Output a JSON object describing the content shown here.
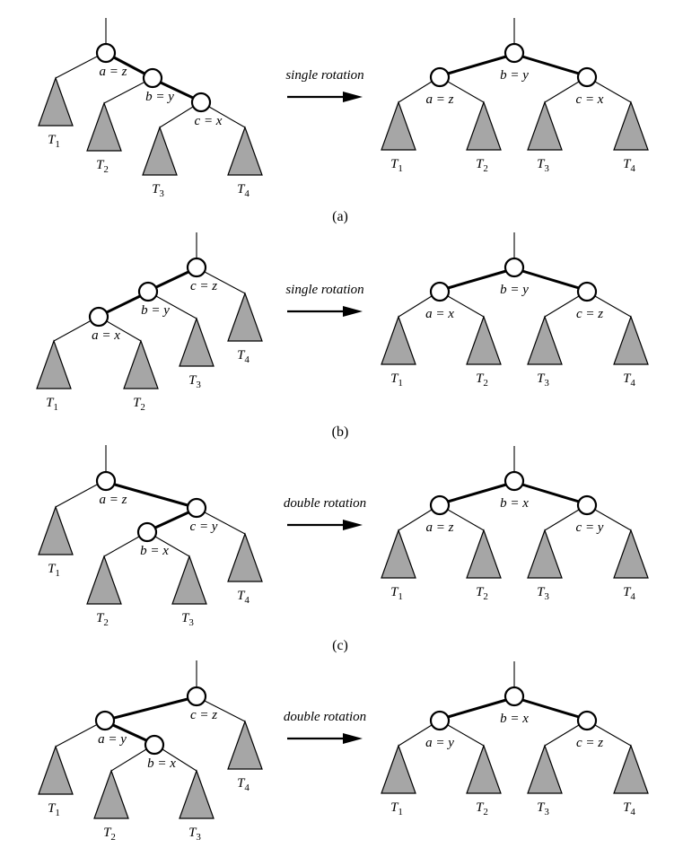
{
  "panels": [
    {
      "caption": "(a)",
      "rotation": "single rotation",
      "before": {
        "nodes": [
          {
            "id": "n1",
            "label": "a = z"
          },
          {
            "id": "n2",
            "label": "b = y"
          },
          {
            "id": "n3",
            "label": "c = x"
          }
        ],
        "subtrees": [
          {
            "id": "t1",
            "var": "T",
            "sub": "1"
          },
          {
            "id": "t2",
            "var": "T",
            "sub": "2"
          },
          {
            "id": "t3",
            "var": "T",
            "sub": "3"
          },
          {
            "id": "t4",
            "var": "T",
            "sub": "4"
          }
        ]
      },
      "after": {
        "nodes": [
          {
            "id": "root",
            "label": "b = y"
          },
          {
            "id": "left",
            "label": "a = z"
          },
          {
            "id": "right",
            "label": "c = x"
          }
        ],
        "subtrees": [
          {
            "id": "t1",
            "var": "T",
            "sub": "1"
          },
          {
            "id": "t2",
            "var": "T",
            "sub": "2"
          },
          {
            "id": "t3",
            "var": "T",
            "sub": "3"
          },
          {
            "id": "t4",
            "var": "T",
            "sub": "4"
          }
        ]
      }
    },
    {
      "caption": "(b)",
      "rotation": "single rotation",
      "before": {
        "nodes": [
          {
            "id": "n1",
            "label": "c = z"
          },
          {
            "id": "n2",
            "label": "b = y"
          },
          {
            "id": "n3",
            "label": "a = x"
          }
        ],
        "subtrees": [
          {
            "id": "t1",
            "var": "T",
            "sub": "1"
          },
          {
            "id": "t2",
            "var": "T",
            "sub": "2"
          },
          {
            "id": "t3",
            "var": "T",
            "sub": "3"
          },
          {
            "id": "t4",
            "var": "T",
            "sub": "4"
          }
        ]
      },
      "after": {
        "nodes": [
          {
            "id": "root",
            "label": "b = y"
          },
          {
            "id": "left",
            "label": "a = x"
          },
          {
            "id": "right",
            "label": "c = z"
          }
        ],
        "subtrees": [
          {
            "id": "t1",
            "var": "T",
            "sub": "1"
          },
          {
            "id": "t2",
            "var": "T",
            "sub": "2"
          },
          {
            "id": "t3",
            "var": "T",
            "sub": "3"
          },
          {
            "id": "t4",
            "var": "T",
            "sub": "4"
          }
        ]
      }
    },
    {
      "caption": "(c)",
      "rotation": "double rotation",
      "before": {
        "nodes": [
          {
            "id": "n1",
            "label": "a = z"
          },
          {
            "id": "n2",
            "label": "c = y"
          },
          {
            "id": "n3",
            "label": "b = x"
          }
        ],
        "subtrees": [
          {
            "id": "t1",
            "var": "T",
            "sub": "1"
          },
          {
            "id": "t2",
            "var": "T",
            "sub": "2"
          },
          {
            "id": "t3",
            "var": "T",
            "sub": "3"
          },
          {
            "id": "t4",
            "var": "T",
            "sub": "4"
          }
        ]
      },
      "after": {
        "nodes": [
          {
            "id": "root",
            "label": "b = x"
          },
          {
            "id": "left",
            "label": "a = z"
          },
          {
            "id": "right",
            "label": "c = y"
          }
        ],
        "subtrees": [
          {
            "id": "t1",
            "var": "T",
            "sub": "1"
          },
          {
            "id": "t2",
            "var": "T",
            "sub": "2"
          },
          {
            "id": "t3",
            "var": "T",
            "sub": "3"
          },
          {
            "id": "t4",
            "var": "T",
            "sub": "4"
          }
        ]
      }
    },
    {
      "caption": "",
      "rotation": "double rotation",
      "before": {
        "nodes": [
          {
            "id": "n1",
            "label": "c = z"
          },
          {
            "id": "n2",
            "label": "a = y"
          },
          {
            "id": "n3",
            "label": "b = x"
          }
        ],
        "subtrees": [
          {
            "id": "t1",
            "var": "T",
            "sub": "1"
          },
          {
            "id": "t2",
            "var": "T",
            "sub": "2"
          },
          {
            "id": "t3",
            "var": "T",
            "sub": "3"
          },
          {
            "id": "t4",
            "var": "T",
            "sub": "4"
          }
        ]
      },
      "after": {
        "nodes": [
          {
            "id": "root",
            "label": "b = x"
          },
          {
            "id": "left",
            "label": "a = y"
          },
          {
            "id": "right",
            "label": "c = z"
          }
        ],
        "subtrees": [
          {
            "id": "t1",
            "var": "T",
            "sub": "1"
          },
          {
            "id": "t2",
            "var": "T",
            "sub": "2"
          },
          {
            "id": "t3",
            "var": "T",
            "sub": "3"
          },
          {
            "id": "t4",
            "var": "T",
            "sub": "4"
          }
        ]
      }
    }
  ]
}
